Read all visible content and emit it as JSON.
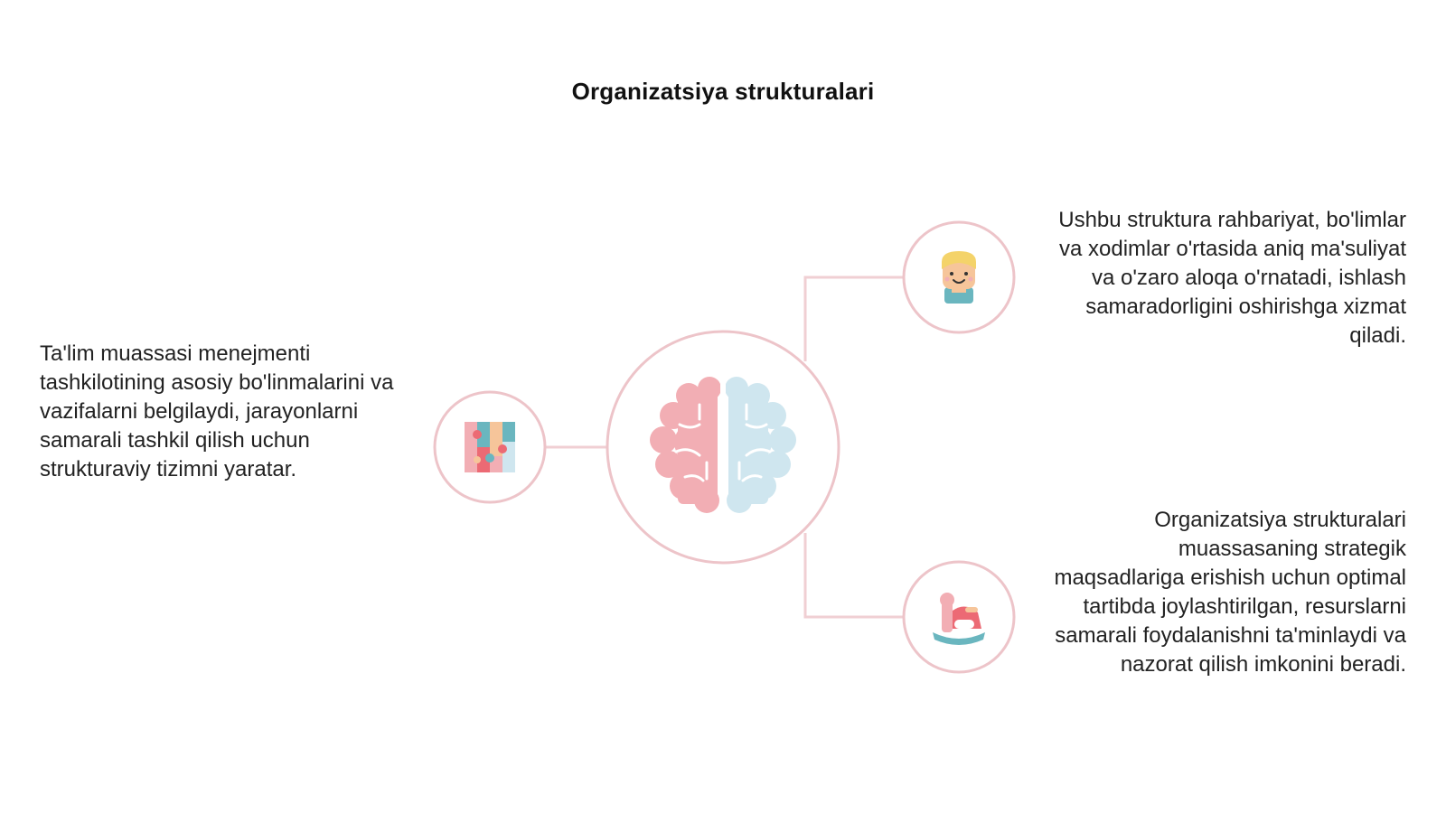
{
  "title": "Organizatsiya strukturalari",
  "colors": {
    "connector": "#f0cfd3",
    "ring": "#edc4c9",
    "pink": "#f2aeb4",
    "light_blue": "#cfe6ef",
    "teal": "#6ab6bf",
    "coral": "#ec6a74",
    "skin": "#f6c59a",
    "hair": "#f4d36a"
  },
  "nodes": {
    "center": {
      "icon": "brain-icon"
    },
    "left": {
      "icon": "puzzle-blocks-icon",
      "text": "Ta'lim muassasi menejmenti tashkilotining asosiy bo'linmalarini va vazifalarni belgilaydi, jarayonlarni samarali tashkil qilish uchun strukturaviy tizimni yaratar."
    },
    "right_top": {
      "icon": "person-avatar-icon",
      "text": "Ushbu struktura rahbariyat, bo'limlar va xodimlar o'rtasida aniq ma'suliyat va o'zaro aloqa o'rnatadi, ishlash samaradorligini oshirishga xizmat qiladi."
    },
    "right_bottom": {
      "icon": "rocking-horse-icon",
      "text": "Organizatsiya strukturalari muassasaning strategik maqsadlariga erishish uchun optimal tartibda joylashtirilgan, resurslarni samarali foydalanishni ta'minlaydi va nazorat qilish imkonini beradi."
    }
  }
}
